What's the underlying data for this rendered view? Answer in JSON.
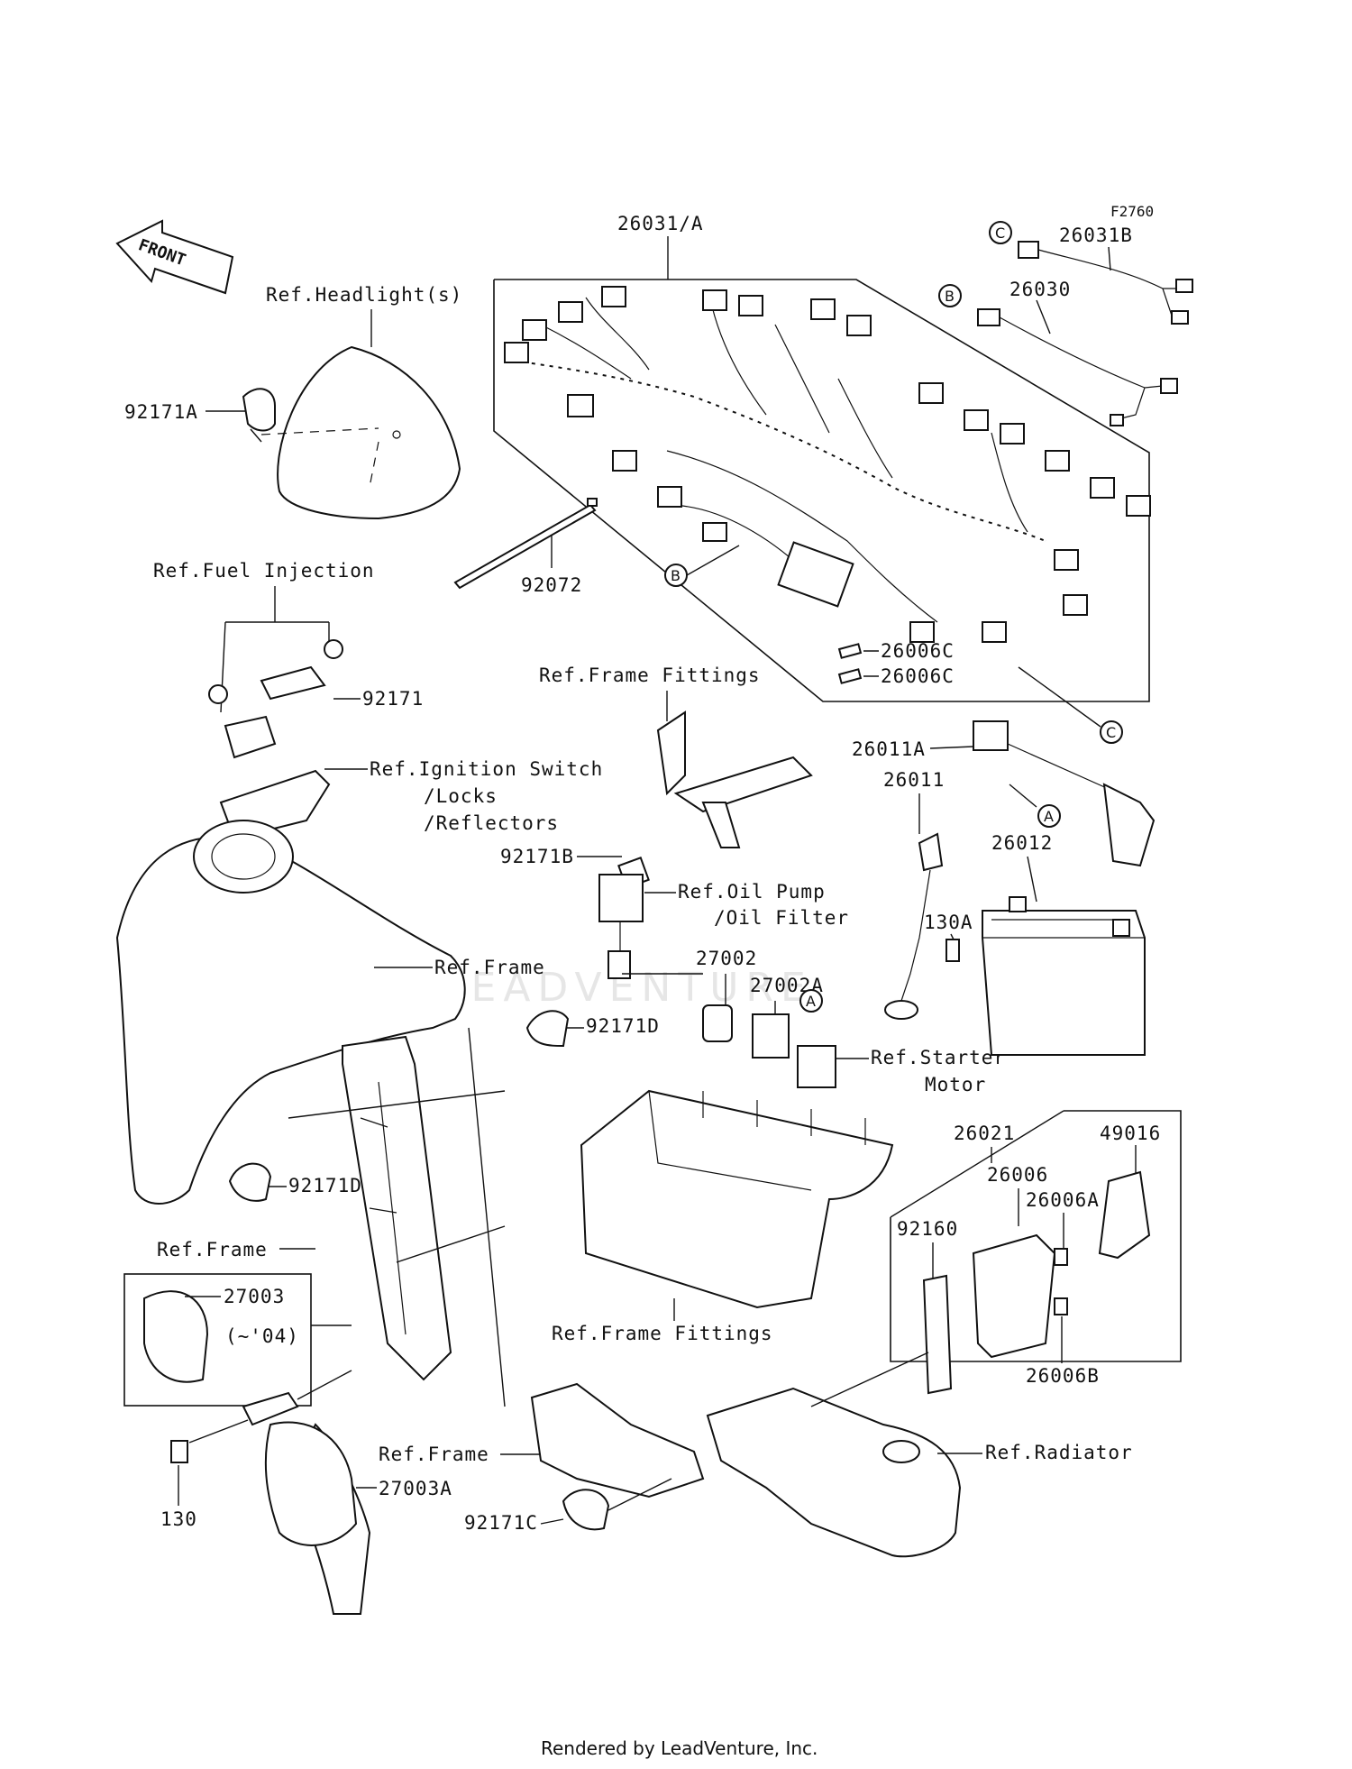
{
  "diagram_code": "F2760",
  "front_arrow": "FRONT",
  "watermark": "LEADVENTURE",
  "footer": "Rendered by LeadVenture, Inc.",
  "parts": {
    "p26031A": "26031/A",
    "p26031B": "26031B",
    "p26030": "26030",
    "p92171A": "92171A",
    "p92072": "92072",
    "p26006C_1": "26006C",
    "p26006C_2": "26006C",
    "p92171": "92171",
    "p26011A": "26011A",
    "p26011": "26011",
    "p26012": "26012",
    "p130A": "130A",
    "p92171B": "92171B",
    "p27002": "27002",
    "p27002A": "27002A",
    "p92171D_1": "92171D",
    "p92171D_2": "92171D",
    "p26021": "26021",
    "p49016": "49016",
    "p26006": "26006",
    "p26006A": "26006A",
    "p92160": "92160",
    "p26006B": "26006B",
    "p27003": "27003",
    "p27003_note": "(~'04)",
    "p130": "130",
    "p27003A": "27003A",
    "p92171C": "92171C"
  },
  "refs": {
    "headlight": "Ref.Headlight(s)",
    "fuel_injection": "Ref.Fuel Injection",
    "frame_fittings_top": "Ref.Frame Fittings",
    "ignition_1": "Ref.Ignition Switch",
    "ignition_2": "/Locks",
    "ignition_3": "/Reflectors",
    "oil_1": "Ref.Oil Pump",
    "oil_2": "/Oil Filter",
    "frame_1": "Ref.Frame",
    "starter_1": "Ref.Starter",
    "starter_2": "Motor",
    "frame_2": "Ref.Frame",
    "frame_fittings_bottom": "Ref.Frame Fittings",
    "frame_3": "Ref.Frame",
    "radiator": "Ref.Radiator"
  },
  "markers": {
    "b1": "B",
    "c1": "C",
    "b2": "B",
    "c2": "C",
    "a1": "A",
    "a2": "A"
  }
}
